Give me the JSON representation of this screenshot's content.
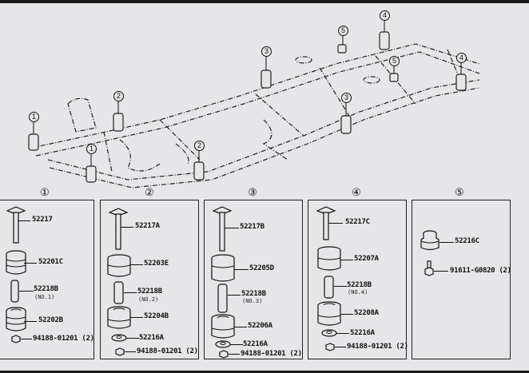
{
  "diagram": {
    "title": "Frame body mounting cushion assembly",
    "frame_callouts": [
      {
        "id": "frame-callout-1a",
        "label": "1"
      },
      {
        "id": "frame-callout-1b",
        "label": "1"
      },
      {
        "id": "frame-callout-2a",
        "label": "2"
      },
      {
        "id": "frame-callout-2b",
        "label": "2"
      },
      {
        "id": "frame-callout-3a",
        "label": "3"
      },
      {
        "id": "frame-callout-3b",
        "label": "3"
      },
      {
        "id": "frame-callout-4a",
        "label": "4"
      },
      {
        "id": "frame-callout-4b",
        "label": "4"
      },
      {
        "id": "frame-callout-5a",
        "label": "5"
      },
      {
        "id": "frame-callout-5b",
        "label": "5"
      }
    ],
    "panels": [
      {
        "number": "①",
        "parts": [
          {
            "part_no": "52217",
            "note": ""
          },
          {
            "part_no": "52201C",
            "note": ""
          },
          {
            "part_no": "52218B",
            "note": "(NO.1)"
          },
          {
            "part_no": "52202B",
            "note": ""
          },
          {
            "part_no": "94188-01201 (2)",
            "note": ""
          }
        ]
      },
      {
        "number": "②",
        "parts": [
          {
            "part_no": "52217A",
            "note": ""
          },
          {
            "part_no": "52203E",
            "note": ""
          },
          {
            "part_no": "52218B",
            "note": "(NO.2)"
          },
          {
            "part_no": "52204B",
            "note": ""
          },
          {
            "part_no": "52216A",
            "note": ""
          },
          {
            "part_no": "94188-01201 (2)",
            "note": ""
          }
        ]
      },
      {
        "number": "③",
        "parts": [
          {
            "part_no": "52217B",
            "note": ""
          },
          {
            "part_no": "52205D",
            "note": ""
          },
          {
            "part_no": "52218B",
            "note": "(NO.3)"
          },
          {
            "part_no": "52206A",
            "note": ""
          },
          {
            "part_no": "52216A",
            "note": ""
          },
          {
            "part_no": "94188-01201 (2)",
            "note": ""
          }
        ]
      },
      {
        "number": "④",
        "parts": [
          {
            "part_no": "52217C",
            "note": ""
          },
          {
            "part_no": "52207A",
            "note": ""
          },
          {
            "part_no": "52218B",
            "note": "(NO.4)"
          },
          {
            "part_no": "52208A",
            "note": ""
          },
          {
            "part_no": "52216A",
            "note": ""
          },
          {
            "part_no": "94188-01201 (2)",
            "note": ""
          }
        ]
      },
      {
        "number": "⑤",
        "parts": [
          {
            "part_no": "52216C",
            "note": ""
          },
          {
            "part_no": "91611-G0820 (2)",
            "note": ""
          }
        ]
      }
    ]
  }
}
